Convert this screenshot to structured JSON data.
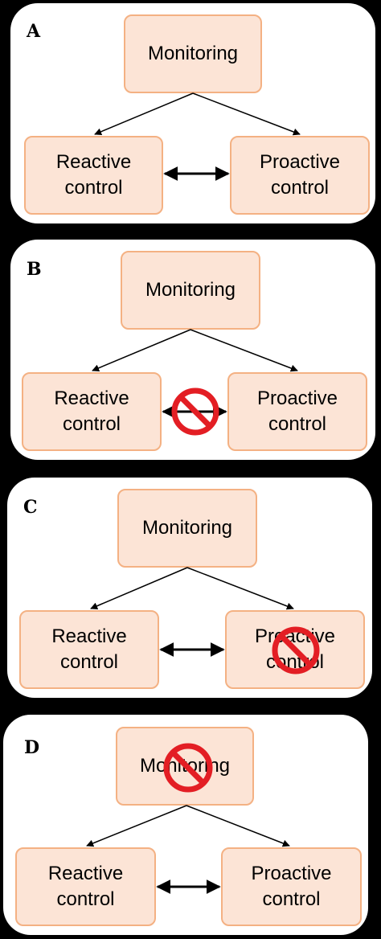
{
  "colors": {
    "background": "#000000",
    "panel": "#ffffff",
    "box_fill": "#fce4d6",
    "box_border": "#f4b183",
    "prohibition": "#e31e24"
  },
  "panels": [
    {
      "letter": "A",
      "monitoring": "Monitoring",
      "reactive_1": "Reactive",
      "reactive_2": "control",
      "proactive_1": "Proactive",
      "proactive_2": "control",
      "blocked": "none"
    },
    {
      "letter": "B",
      "monitoring": "Monitoring",
      "reactive_1": "Reactive",
      "reactive_2": "control",
      "proactive_1": "Proactive",
      "proactive_2": "control",
      "blocked": "interaction"
    },
    {
      "letter": "C",
      "monitoring": "Monitoring",
      "reactive_1": "Reactive",
      "reactive_2": "control",
      "proactive_1": "Proactive",
      "proactive_2": "control",
      "blocked": "proactive"
    },
    {
      "letter": "D",
      "monitoring": "Monitoring",
      "reactive_1": "Reactive",
      "reactive_2": "control",
      "proactive_1": "Proactive",
      "proactive_2": "control",
      "blocked": "monitoring"
    }
  ]
}
